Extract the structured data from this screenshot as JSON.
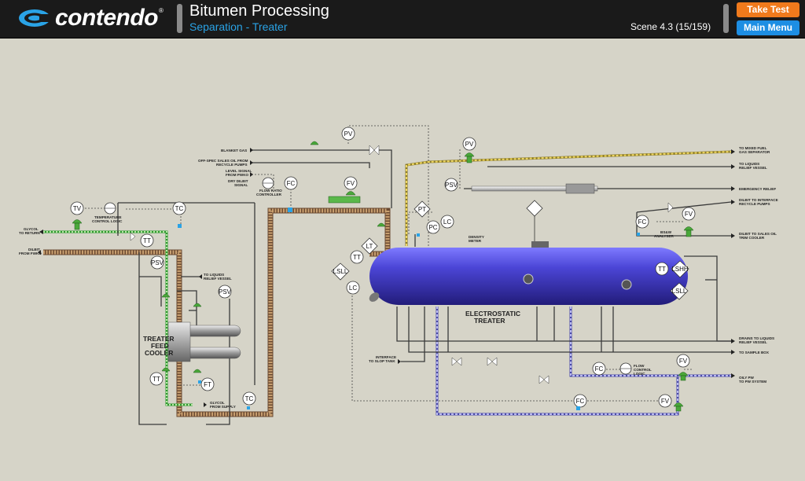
{
  "header": {
    "brand": "contendo",
    "brand_mark": "®",
    "title": "Bitumen Processing",
    "subtitle": "Separation - Treater",
    "scene": "Scene 4.3 (15/159)",
    "take_test_label": "Take Test",
    "main_menu_label": "Main Menu"
  },
  "colors": {
    "accent_orange": "#f07a1c",
    "accent_blue": "#1d8ee3",
    "subtitle_blue": "#2aa3e6",
    "background": "#d6d4c8",
    "vessel": "#4a44c8"
  },
  "diagram": {
    "vessel_label_1": "ELECTROSTATIC",
    "vessel_label_2": "TREATER",
    "cooler_label_1": "TREATER",
    "cooler_label_2": "FEED",
    "cooler_label_3": "COOLER",
    "left_labels": {
      "blanket_gas": "BLANKET GAS",
      "offspec_1": "OFF-SPEC SALES OIL FROM",
      "offspec_2": "RECYCLE PUMPS",
      "level_1": "LEVEL SIGNAL",
      "level_2": "FROM PWKO",
      "dry_1": "DRY DILBIT",
      "dry_2": "SIGNAL",
      "glycol_return_1": "GLYCOL",
      "glycol_return_2": "TO RETURN",
      "dilbit_1": "DILBIT",
      "dilbit_2": "FROM FWKO",
      "temp_logic_1": "TEMPERATURE",
      "temp_logic_2": "CONTROL LOGIC",
      "flow_ratio_1": "FLOW RATIO",
      "flow_ratio_2": "CONTROLLER",
      "liquids_relief_1": "TO LIQUIDS",
      "liquids_relief_2": "RELIEF VESSEL",
      "glycol_supply_1": "GLYCOL",
      "glycol_supply_2": "FROM SUPPLY",
      "interface_1": "INTERFACE",
      "interface_2": "TO SLOP TANK",
      "density_1": "DENSITY",
      "density_2": "METER",
      "bsw_1": "BS&W",
      "bsw_2": "ANALYSER",
      "flow_logic_1": "FLOW",
      "flow_logic_2": "CONTROL",
      "flow_logic_3": "LOGIC"
    },
    "right_labels": {
      "mixed_fuel_1": "TO MIXED FUEL",
      "mixed_fuel_2": "GAS SEPARATOR",
      "liquids_relief_1": "TO LIQUIDS",
      "liquids_relief_2": "RELIEF VESSEL",
      "emergency": "EMERGENCY RELIEF",
      "dilbit_interface_1": "DILBIT TO INTERFACE",
      "dilbit_interface_2": "RECYCLE PUMPS",
      "dilbit_sales_1": "DILBIT TO SALES OIL",
      "dilbit_sales_2": "TRIM COOLER",
      "drains_1": "DRAINS TO LIQUIDS",
      "drains_2": "RELIEF VESSEL",
      "sample": "TO SAMPLE BOX",
      "oily_1": "OILY PW",
      "oily_2": "TO PW SYSTEM"
    },
    "instruments": [
      "TV",
      "TC",
      "TT",
      "PSV",
      "PSV",
      "TT",
      "FT",
      "TC",
      "FC",
      "FV",
      "PV",
      "PV",
      "PSV",
      "PT",
      "PC",
      "LC",
      "LT",
      "TT",
      "LSLL",
      "LC",
      "FC",
      "FV",
      "TT",
      "LSHH",
      "LSLL",
      "FC",
      "FV",
      "FC",
      "FV"
    ]
  }
}
